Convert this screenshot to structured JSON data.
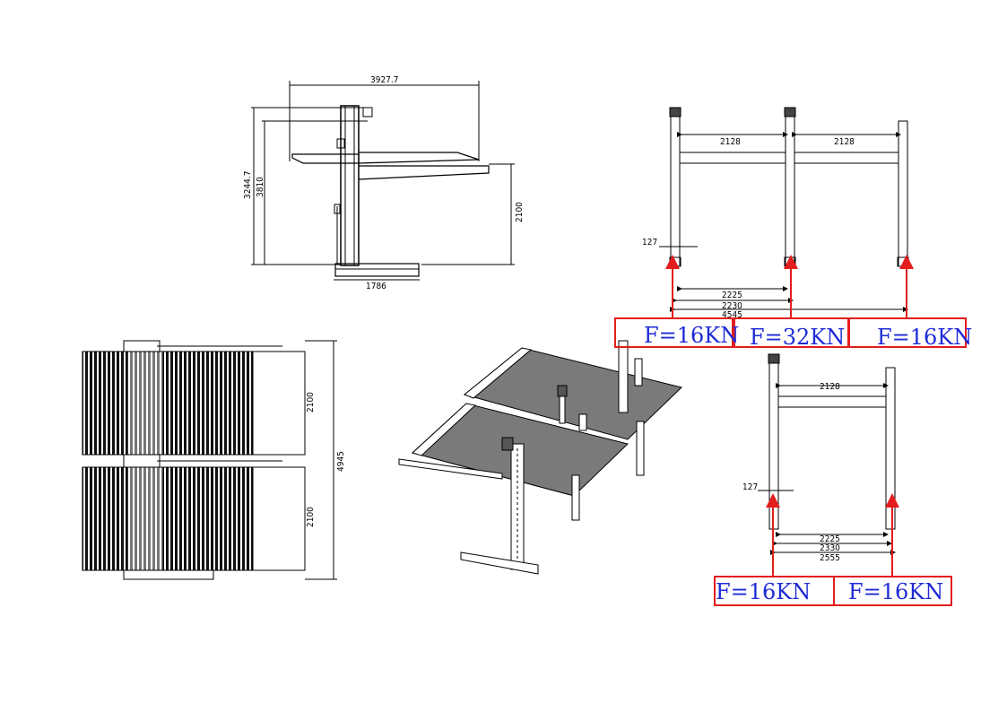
{
  "side_view": {
    "dim_top": "3927.7",
    "dim_left_outer": "3244.7",
    "dim_left_inner": "3810",
    "dim_right": "2100",
    "dim_base": "1786"
  },
  "plan_view": {
    "dim_total": "4945",
    "dim_upper": "2100",
    "dim_lower": "2100"
  },
  "front_view_triple": {
    "dim_span_left": "2128",
    "dim_span_right": "2128",
    "dim_post": "127",
    "dim_inner": "2225",
    "dim_mid": "2230",
    "dim_total": "4545",
    "loads": [
      "F=16KN",
      "F=32KN",
      "F=16KN"
    ]
  },
  "front_view_single": {
    "dim_span": "2128",
    "dim_post": "127",
    "dim_inner": "2225",
    "dim_mid": "2330",
    "dim_total": "2555",
    "loads": [
      "F=16KN",
      "F=16KN"
    ]
  },
  "colors": {
    "line": "#000000",
    "load_box": "#e31d1d",
    "load_text": "#1f2bd6",
    "deck": "#7a7a7a"
  }
}
